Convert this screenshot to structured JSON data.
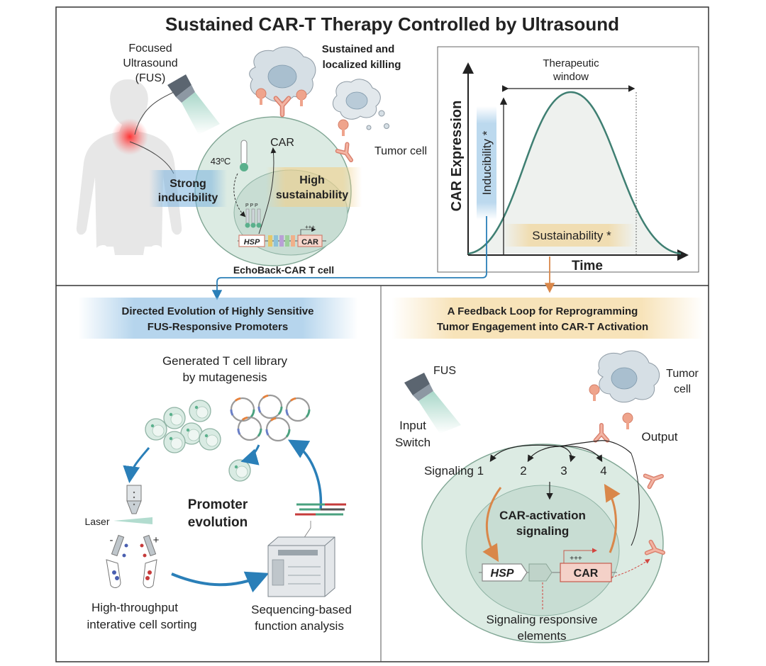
{
  "title": "Sustained CAR-T Therapy Controlled by Ultrasound",
  "top": {
    "fus_line1": "Focused",
    "fus_line2": "Ultrasound",
    "fus_line3": "(FUS)",
    "killing_line1": "Sustained and",
    "killing_line2": "localized killing",
    "car_label": "CAR",
    "tumor_cell_label": "Tumor cell",
    "temperature": "43ºC",
    "strong_line1": "Strong",
    "strong_line2": "inducibility",
    "high_line1": "High",
    "high_line2": "sustainability",
    "hsp_label": "HSP",
    "car_gene_label": "CAR",
    "plus_marks": "+++",
    "cell_caption": "EchoBack-CAR T cell",
    "p_marks": "P P P"
  },
  "graph": {
    "ylabel": "CAR Expression",
    "xlabel": "Time",
    "window_line1": "Therapeutic",
    "window_line2": "window",
    "inducibility_label": "Inducibility *",
    "sustainability_label": "Sustainability *"
  },
  "left_panel": {
    "header_line1": "Directed Evolution of Highly Sensitive",
    "header_line2": "FUS-Responsive Promoters",
    "library_line1": "Generated T cell library",
    "library_line2": "by mutagenesis",
    "promoter_line1": "Promoter",
    "promoter_line2": "evolution",
    "laser_label": "Laser",
    "minus_label": "-",
    "plus_label": "+",
    "sorting_line1": "High-throughput",
    "sorting_line2": "interative cell sorting",
    "seq_line1": "Sequencing-based",
    "seq_line2": "function analysis"
  },
  "right_panel": {
    "header_line1": "A Feedback Loop for Reprogramming",
    "header_line2": "Tumor Engagement into CAR-T Activation",
    "fus_label": "FUS",
    "input_line1": "Input",
    "input_line2": "Switch",
    "tumor_line1": "Tumor",
    "tumor_line2": "cell",
    "output_label": "Output",
    "signaling_1": "Signaling 1",
    "signaling_2": "2",
    "signaling_3": "3",
    "signaling_4": "4",
    "activation_line1": "CAR-activation",
    "activation_line2": "signaling",
    "hsp_label": "HSP",
    "car_label": "CAR",
    "plus_marks": "+++",
    "sre_line1": "Signaling responsive",
    "sre_line2": "elements"
  },
  "colors": {
    "blue_accent": "#2a7fb8",
    "orange_accent": "#d9874a",
    "cell_fill": "#dcebe3",
    "cell_stroke": "#7fa593",
    "curve": "#3f7f72",
    "receptor": "#e8a38c"
  }
}
